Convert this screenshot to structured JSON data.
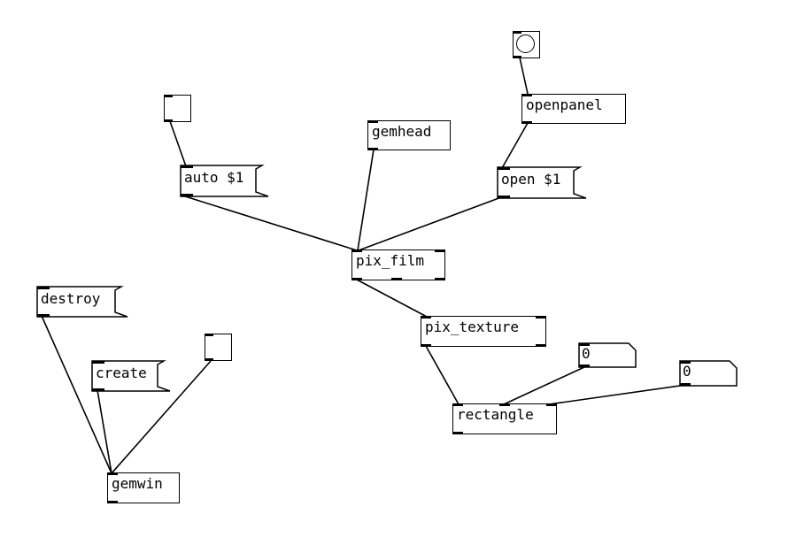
{
  "patch": {
    "objects": {
      "gemhead": "gemhead",
      "pix_film": "pix_film",
      "pix_texture": "pix_texture",
      "rectangle": "rectangle",
      "openpanel": "openpanel",
      "gemwin": "gemwin"
    },
    "messages": {
      "auto": "auto $1",
      "open": "open $1",
      "destroy": "destroy",
      "create": "create"
    },
    "numbers": {
      "num1": "0",
      "num2": "0"
    }
  }
}
